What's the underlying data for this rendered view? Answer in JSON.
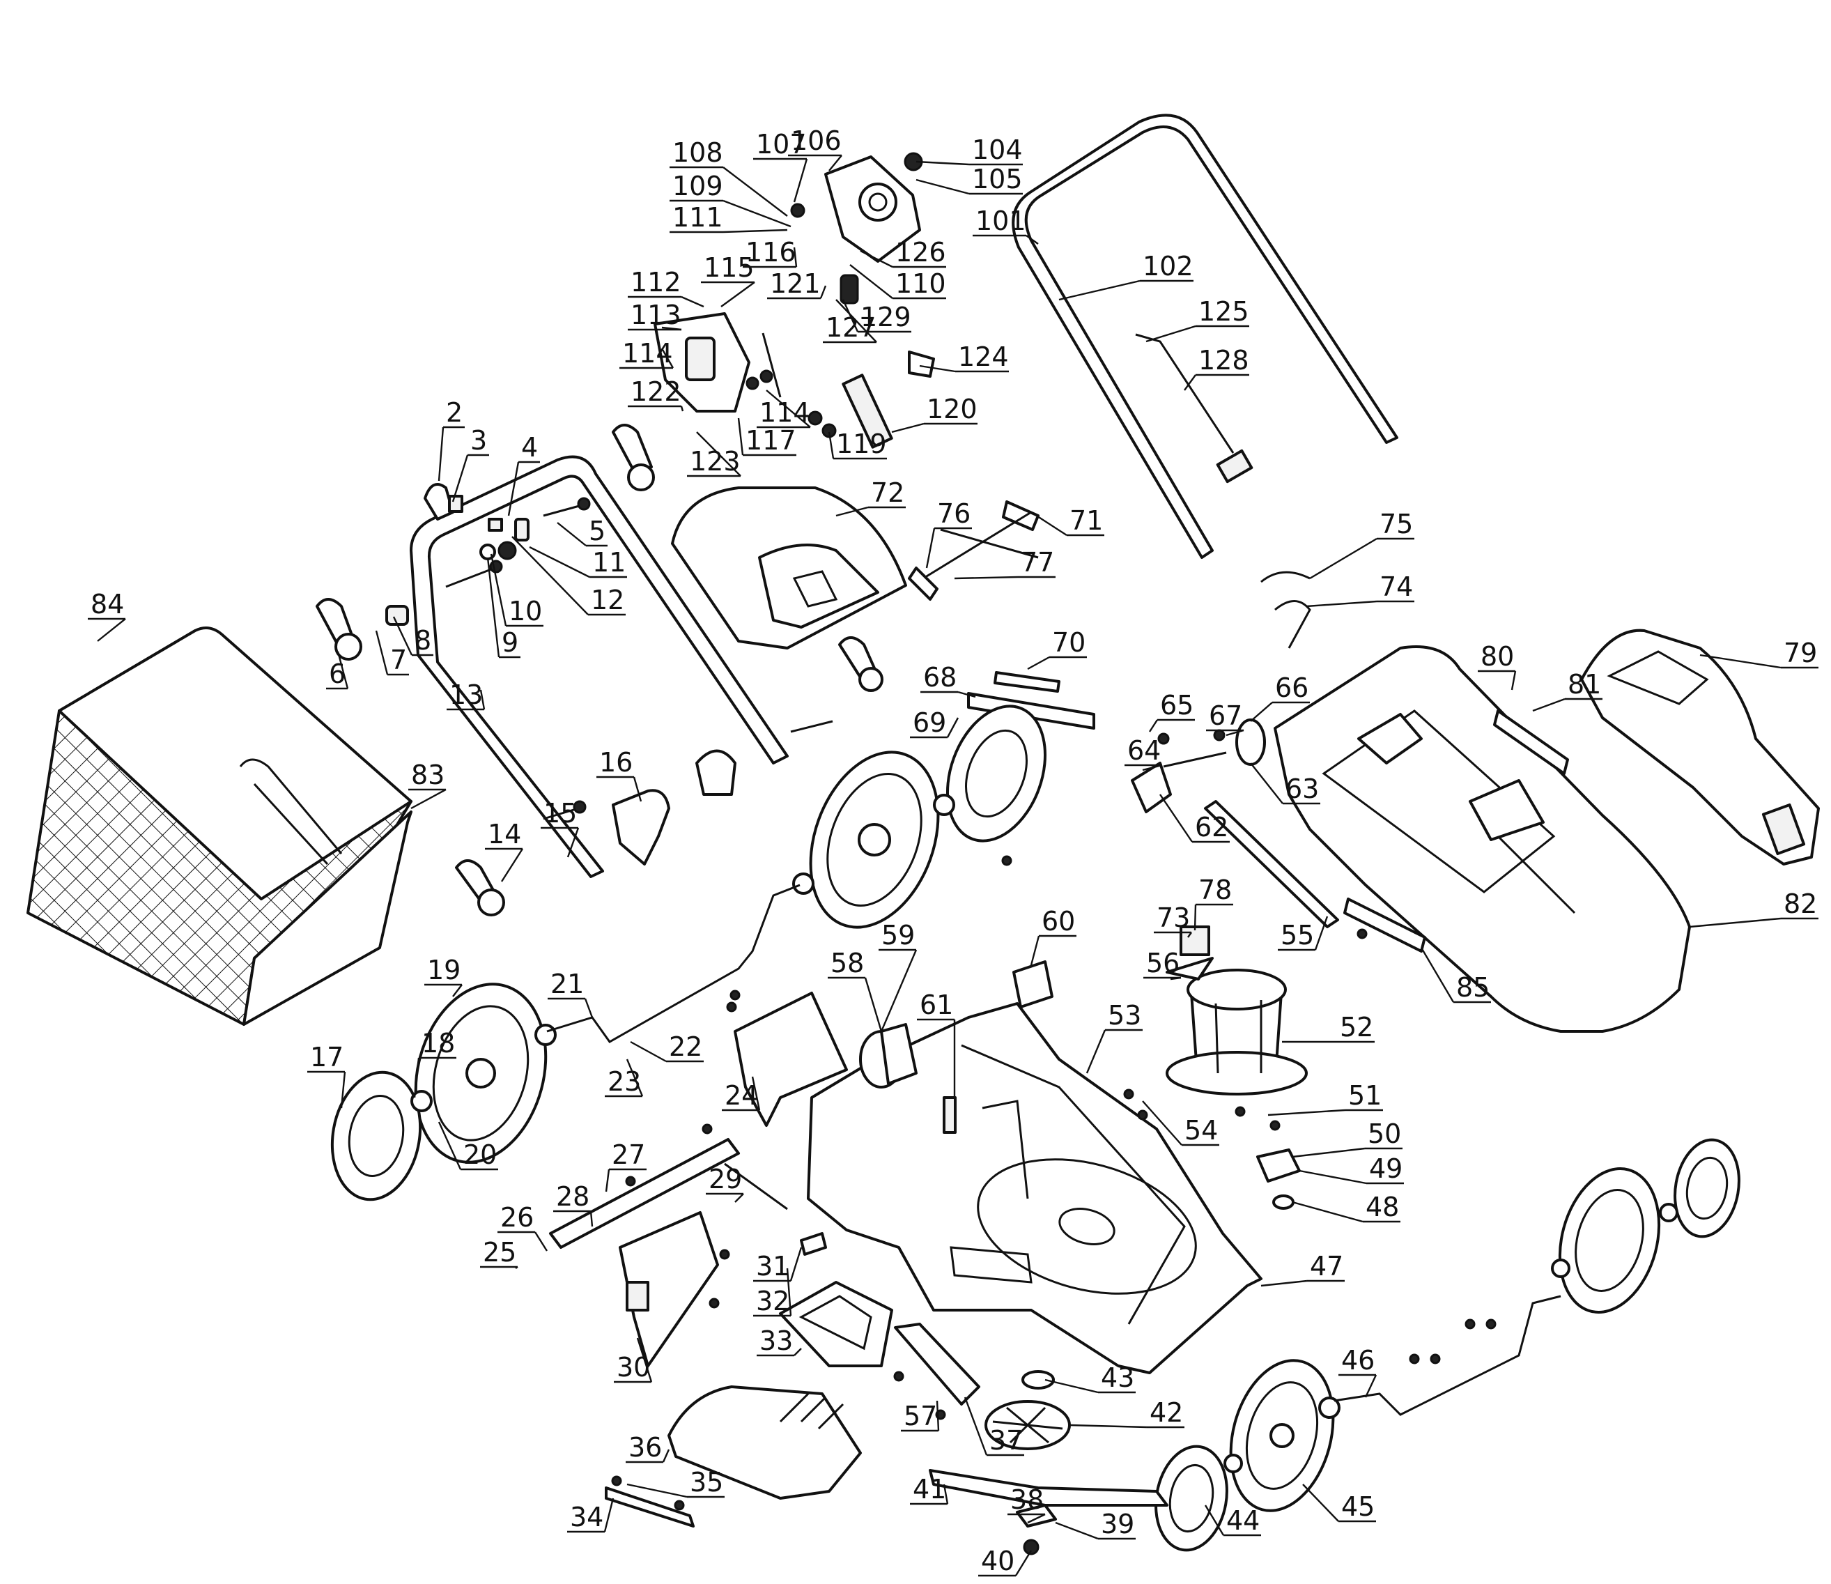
{
  "diagram": {
    "parts": [
      {
        "id": "p2",
        "number": "2"
      },
      {
        "id": "p3",
        "number": "3"
      },
      {
        "id": "p4",
        "number": "4"
      },
      {
        "id": "p5",
        "number": "5"
      },
      {
        "id": "p6",
        "number": "6"
      },
      {
        "id": "p7",
        "number": "7"
      },
      {
        "id": "p8",
        "number": "8"
      },
      {
        "id": "p9",
        "number": "9"
      },
      {
        "id": "p10",
        "number": "10"
      },
      {
        "id": "p11",
        "number": "11"
      },
      {
        "id": "p12",
        "number": "12"
      },
      {
        "id": "p13",
        "number": "13"
      },
      {
        "id": "p14",
        "number": "14"
      },
      {
        "id": "p15",
        "number": "15"
      },
      {
        "id": "p16",
        "number": "16"
      },
      {
        "id": "p17",
        "number": "17"
      },
      {
        "id": "p18",
        "number": "18"
      },
      {
        "id": "p19",
        "number": "19"
      },
      {
        "id": "p20",
        "number": "20"
      },
      {
        "id": "p21",
        "number": "21"
      },
      {
        "id": "p22",
        "number": "22"
      },
      {
        "id": "p23",
        "number": "23"
      },
      {
        "id": "p24",
        "number": "24"
      },
      {
        "id": "p25",
        "number": "25"
      },
      {
        "id": "p26",
        "number": "26"
      },
      {
        "id": "p27",
        "number": "27"
      },
      {
        "id": "p28",
        "number": "28"
      },
      {
        "id": "p29",
        "number": "29"
      },
      {
        "id": "p30",
        "number": "30"
      },
      {
        "id": "p31",
        "number": "31"
      },
      {
        "id": "p32",
        "number": "32"
      },
      {
        "id": "p33",
        "number": "33"
      },
      {
        "id": "p34",
        "number": "34"
      },
      {
        "id": "p35",
        "number": "35"
      },
      {
        "id": "p36",
        "number": "36"
      },
      {
        "id": "p37",
        "number": "37"
      },
      {
        "id": "p38",
        "number": "38"
      },
      {
        "id": "p39",
        "number": "39"
      },
      {
        "id": "p40",
        "number": "40"
      },
      {
        "id": "p41",
        "number": "41"
      },
      {
        "id": "p42",
        "number": "42"
      },
      {
        "id": "p43",
        "number": "43"
      },
      {
        "id": "p44",
        "number": "44"
      },
      {
        "id": "p45",
        "number": "45"
      },
      {
        "id": "p46",
        "number": "46"
      },
      {
        "id": "p47",
        "number": "47"
      },
      {
        "id": "p48",
        "number": "48"
      },
      {
        "id": "p49",
        "number": "49"
      },
      {
        "id": "p50",
        "number": "50"
      },
      {
        "id": "p51",
        "number": "51"
      },
      {
        "id": "p52",
        "number": "52"
      },
      {
        "id": "p53",
        "number": "53"
      },
      {
        "id": "p54",
        "number": "54"
      },
      {
        "id": "p55",
        "number": "55"
      },
      {
        "id": "p56",
        "number": "56"
      },
      {
        "id": "p57",
        "number": "57"
      },
      {
        "id": "p58",
        "number": "58"
      },
      {
        "id": "p59",
        "number": "59"
      },
      {
        "id": "p60",
        "number": "60"
      },
      {
        "id": "p61",
        "number": "61"
      },
      {
        "id": "p62",
        "number": "62"
      },
      {
        "id": "p63",
        "number": "63"
      },
      {
        "id": "p64",
        "number": "64"
      },
      {
        "id": "p65",
        "number": "65"
      },
      {
        "id": "p66",
        "number": "66"
      },
      {
        "id": "p67",
        "number": "67"
      },
      {
        "id": "p68",
        "number": "68"
      },
      {
        "id": "p69",
        "number": "69"
      },
      {
        "id": "p70",
        "number": "70"
      },
      {
        "id": "p71",
        "number": "71"
      },
      {
        "id": "p72",
        "number": "72"
      },
      {
        "id": "p73",
        "number": "73"
      },
      {
        "id": "p74",
        "number": "74"
      },
      {
        "id": "p75",
        "number": "75"
      },
      {
        "id": "p76",
        "number": "76"
      },
      {
        "id": "p77",
        "number": "77"
      },
      {
        "id": "p78",
        "number": "78"
      },
      {
        "id": "p79",
        "number": "79"
      },
      {
        "id": "p80",
        "number": "80"
      },
      {
        "id": "p81",
        "number": "81"
      },
      {
        "id": "p82",
        "number": "82"
      },
      {
        "id": "p83",
        "number": "83"
      },
      {
        "id": "p84",
        "number": "84"
      },
      {
        "id": "p85",
        "number": "85"
      },
      {
        "id": "p101",
        "number": "101"
      },
      {
        "id": "p102",
        "number": "102"
      },
      {
        "id": "p104",
        "number": "104"
      },
      {
        "id": "p105",
        "number": "105"
      },
      {
        "id": "p106",
        "number": "106"
      },
      {
        "id": "p107",
        "number": "107"
      },
      {
        "id": "p108",
        "number": "108"
      },
      {
        "id": "p109",
        "number": "109"
      },
      {
        "id": "p110",
        "number": "110"
      },
      {
        "id": "p111",
        "number": "111"
      },
      {
        "id": "p112",
        "number": "112"
      },
      {
        "id": "p113",
        "number": "113"
      },
      {
        "id": "p114a",
        "number": "114"
      },
      {
        "id": "p114b",
        "number": "114"
      },
      {
        "id": "p115",
        "number": "115"
      },
      {
        "id": "p116",
        "number": "116"
      },
      {
        "id": "p117",
        "number": "117"
      },
      {
        "id": "p119",
        "number": "119"
      },
      {
        "id": "p120",
        "number": "120"
      },
      {
        "id": "p121",
        "number": "121"
      },
      {
        "id": "p122",
        "number": "122"
      },
      {
        "id": "p123",
        "number": "123"
      },
      {
        "id": "p124",
        "number": "124"
      },
      {
        "id": "p125",
        "number": "125"
      },
      {
        "id": "p126",
        "number": "126"
      },
      {
        "id": "p127",
        "number": "127"
      },
      {
        "id": "p128",
        "number": "128"
      },
      {
        "id": "p129",
        "number": "129"
      }
    ]
  }
}
